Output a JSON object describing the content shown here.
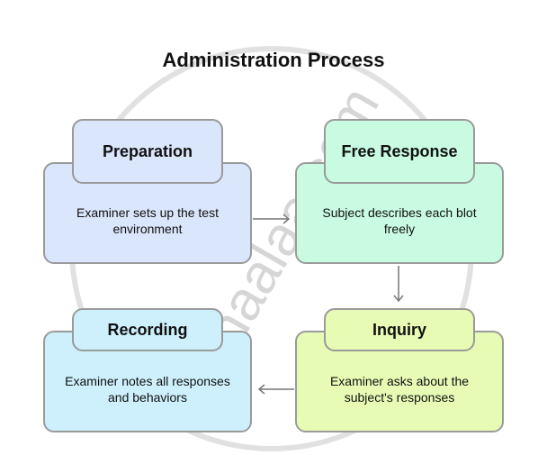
{
  "title": "Administration Process",
  "watermark": "shaalaa.com",
  "steps": [
    {
      "title": "Preparation",
      "text": "Examiner sets up the test environment",
      "color": "#dae6fb"
    },
    {
      "title": "Free Response",
      "text": "Subject describes each blot freely",
      "color": "#c9fbe3"
    },
    {
      "title": "Inquiry",
      "text": "Examiner asks about the subject's responses",
      "color": "#e8fbb5"
    },
    {
      "title": "Recording",
      "text": "Examiner notes all responses and behaviors",
      "color": "#cdf0fc"
    }
  ]
}
